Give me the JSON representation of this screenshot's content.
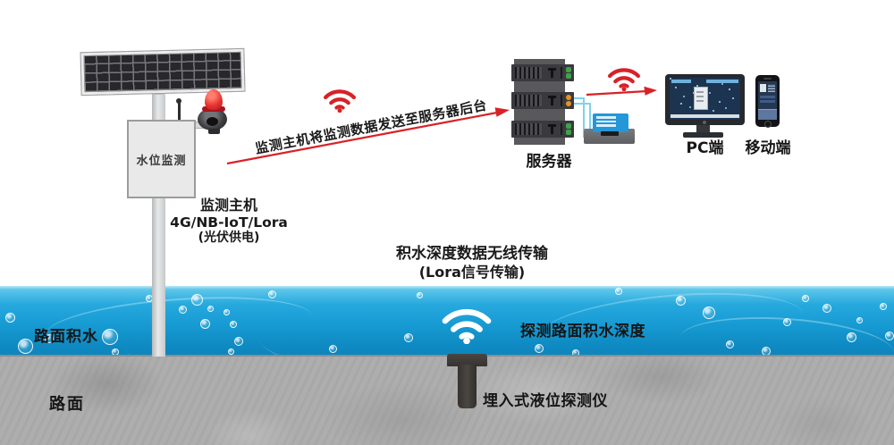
{
  "station": {
    "box_label": "水位监测",
    "caption_line1": "监测主机",
    "caption_line2": "4G/NB-IoT/Lora",
    "caption_line3": "(光伏供电)"
  },
  "uplink": {
    "label": "监测主机将监测数据发送至服务器后台"
  },
  "server": {
    "label": "服务器"
  },
  "clients": {
    "pc_label": "PC端",
    "mobile_label": "移动端"
  },
  "transmission": {
    "line1": "积水深度数据无线传输",
    "line2": "(Lora信号传输)"
  },
  "water": {
    "surface_label": "路面积水",
    "detect_label": "探测路面积水深度"
  },
  "road": {
    "label": "路面",
    "sensor_label": "埋入式液位探测仪"
  },
  "icons": {
    "station_uplink": "wifi-icon",
    "server_broadcast": "wifi-icon",
    "underwater_signal": "wifi-icon",
    "uplink_arrow": "arrow-right-up",
    "server_to_clients_arrow": "arrow-right"
  },
  "colors": {
    "accent_red": "#d92127",
    "water_blue": "#179bd3",
    "road_gray": "#aeaeae",
    "server_dark": "#3a3a3e",
    "led_green": "#3fa24c",
    "led_orange": "#e6921f",
    "device_blue": "#2397d8",
    "screen_navy": "#1c3450"
  }
}
